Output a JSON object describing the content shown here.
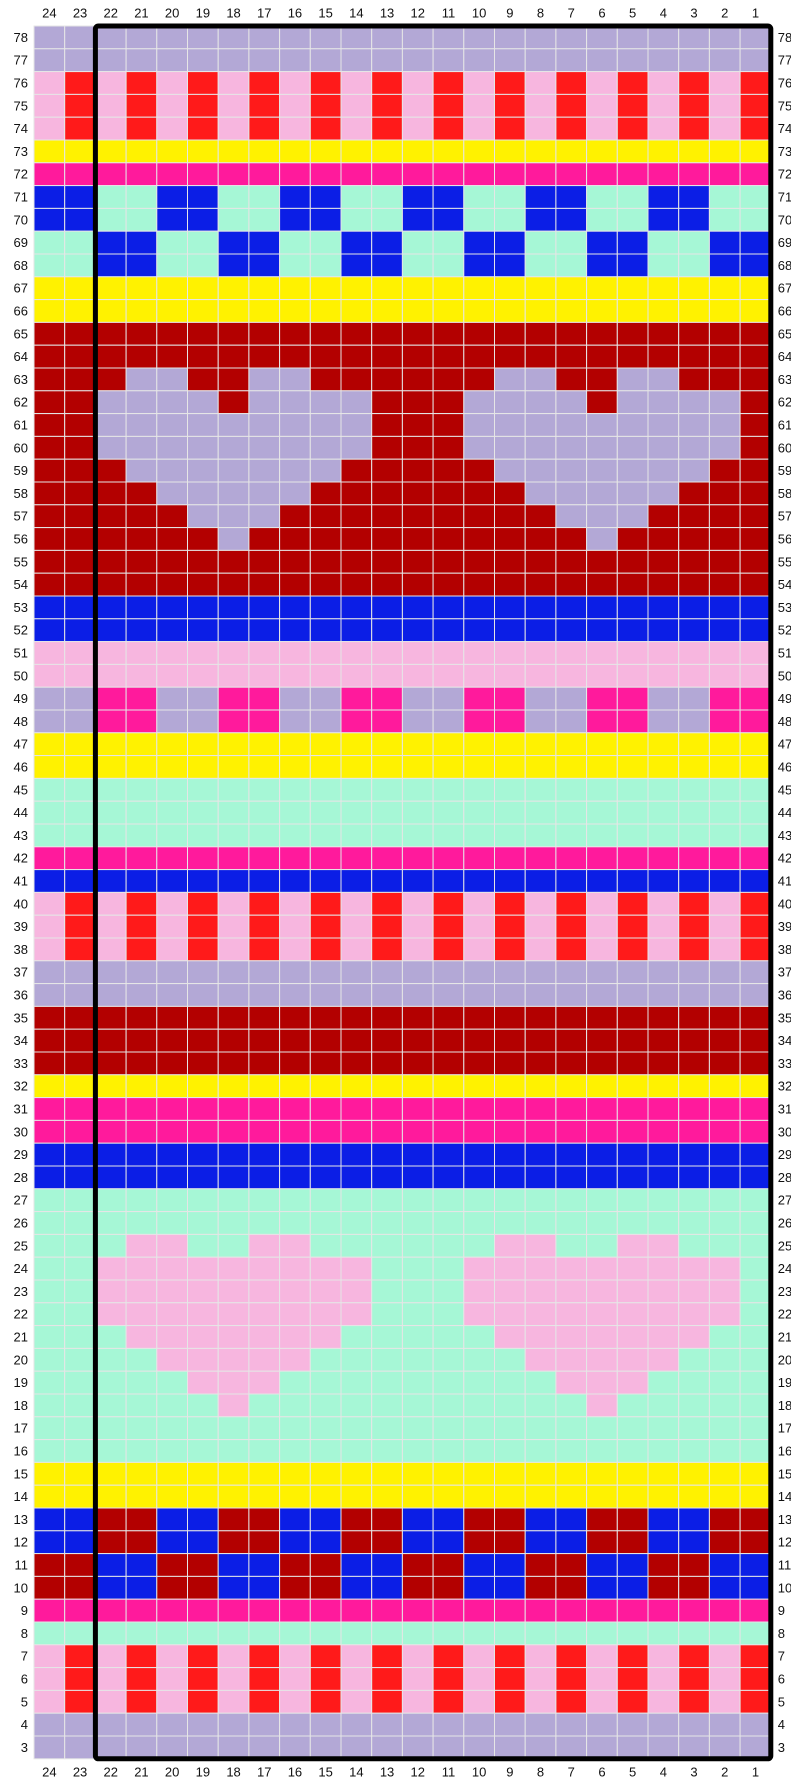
{
  "chart": {
    "columns": [
      24,
      23,
      22,
      21,
      20,
      19,
      18,
      17,
      16,
      15,
      14,
      13,
      12,
      11,
      10,
      9,
      8,
      7,
      6,
      5,
      4,
      3,
      2,
      1
    ],
    "rows": [
      78,
      77,
      76,
      75,
      74,
      73,
      72,
      71,
      70,
      69,
      68,
      67,
      66,
      65,
      64,
      63,
      62,
      61,
      60,
      59,
      58,
      57,
      56,
      55,
      54,
      53,
      52,
      51,
      50,
      49,
      48,
      47,
      46,
      45,
      44,
      43,
      42,
      41,
      40,
      39,
      38,
      37,
      36,
      35,
      34,
      33,
      32,
      31,
      30,
      29,
      28,
      27,
      26,
      25,
      24,
      23,
      22,
      21,
      20,
      19,
      18,
      17,
      16,
      15,
      14,
      13,
      12,
      11,
      10,
      9,
      8,
      7,
      6,
      5,
      4,
      3
    ],
    "palette": {
      "L": "#b3a8d6",
      "P": "#f7b6df",
      "R": "#ff1a1a",
      "Y": "#fff200",
      "M": "#ff1a9c",
      "B": "#0b1ee6",
      "T": "#a6f7d6",
      "D": "#b30000"
    },
    "grid_line_color": "#e6e6e6",
    "repeat_outline": {
      "from_column": 22,
      "to_column": 1,
      "color": "#000000"
    },
    "cells": [
      "LLLLLLLLLLLLLLLLLLLLLLLL",
      "LLLLLLLLLLLLLLLLLLLLLLLL",
      "PRPRPRPRPRPRPRPRPRPRPRPR",
      "PRPRPRPRPRPRPRPRPRPRPRPR",
      "PRPRPRPRPRPRPRPRPRPRPRPR",
      "YYYYYYYYYYYYYYYYYYYYYYYY",
      "MMMMMMMMMMMMMMMMMMMMMMMM",
      "BBTTBBTTBBTTBBTTBBTTBBTT",
      "BBTTBBTTBBTTBBTTBBTTBBTT",
      "TTBBTTBBTTBBTTBBTTBBTTBB",
      "TTBBTTBBTTBBTTBBTTBBTTBB",
      "YYYYYYYYYYYYYYYYYYYYYYYY",
      "YYYYYYYYYYYYYYYYYYYYYYYY",
      "DDDDDDDDDDDDDDDDDDDDDDDD",
      "DDDDDDDDDDDDDDDDDDDDDDDD",
      "DDDLLDDLLDDDDDDLLDDLLDDD",
      "DDLLLLDLLLLDDDLLLLDLLLLD",
      "DDLLLLLLLLLDDDLLLLLLLLLD",
      "DDLLLLLLLLLDDDLLLLLLLLLD",
      "DDDLLLLLLLDDDDDLLLLLLLDD",
      "DDDDLLLLLDDDDDDDLLLLLDDD",
      "DDDDDLLLDDDDDDDDDLLLDDDD",
      "DDDDDDLDDDDDDDDDDDLDDDDD",
      "DDDDDDDDDDDDDDDDDDDDDDDD",
      "DDDDDDDDDDDDDDDDDDDDDDDD",
      "BBBBBBBBBBBBBBBBBBBBBBBB",
      "BBBBBBBBBBBBBBBBBBBBBBBB",
      "PPPPPPPPPPPPPPPPPPPPPPPP",
      "PPPPPPPPPPPPPPPPPPPPPPPP",
      "LLMMLLMMLLMMLLMMLLMMLLMM",
      "LLMMLLMMLLMMLLMMLLMMLLMM",
      "YYYYYYYYYYYYYYYYYYYYYYYY",
      "YYYYYYYYYYYYYYYYYYYYYYYY",
      "TTTTTTTTTTTTTTTTTTTTTTTT",
      "TTTTTTTTTTTTTTTTTTTTTTTT",
      "TTTTTTTTTTTTTTTTTTTTTTTT",
      "MMMMMMMMMMMMMMMMMMMMMMMM",
      "BBBBBBBBBBBBBBBBBBBBBBBB",
      "PRPRPRPRPRPRPRPRPRPRPRPR",
      "PRPRPRPRPRPRPRPRPRPRPRPR",
      "PRPRPRPRPRPRPRPRPRPRPRPR",
      "LLLLLLLLLLLLLLLLLLLLLLLL",
      "LLLLLLLLLLLLLLLLLLLLLLLL",
      "DDDDDDDDDDDDDDDDDDDDDDDD",
      "DDDDDDDDDDDDDDDDDDDDDDDD",
      "DDDDDDDDDDDDDDDDDDDDDDDD",
      "YYYYYYYYYYYYYYYYYYYYYYYY",
      "MMMMMMMMMMMMMMMMMMMMMMMM",
      "MMMMMMMMMMMMMMMMMMMMMMMM",
      "BBBBBBBBBBBBBBBBBBBBBBBB",
      "BBBBBBBBBBBBBBBBBBBBBBBB",
      "TTTTTTTTTTTTTTTTTTTTTTTT",
      "TTTTTTTTTTTTTTTTTTTTTTTT",
      "TTTPPTTPPTTTTTTPPTTPPTTT",
      "TTPPPPPPPPPTTTPPPPPPPPPT",
      "TTPPPPPPPPPTTTPPPPPPPPPT",
      "TTPPPPPPPPPTTTPPPPPPPPPT",
      "TTTPPPPPPPTTTTTPPPPPPPTT",
      "TTTTPPPPPTTTTTTTPPPPPTTT",
      "TTTTTPPPTTTTTTTTTPPPTTTT",
      "TTTTTTPTTTTTTTTTTTPTTTTT",
      "TTTTTTTTTTTTTTTTTTTTTTTT",
      "TTTTTTTTTTTTTTTTTTTTTTTT",
      "YYYYYYYYYYYYYYYYYYYYYYYY",
      "YYYYYYYYYYYYYYYYYYYYYYYY",
      "BBDDBBDDBBDDBBDDBBDDBBDD",
      "BBDDBBDDBBDDBBDDBBDDBBDD",
      "DDBBDDBBDDBBDDBBDDBBDDBB",
      "DDBBDDBBDDBBDDBBDDBBDDBB",
      "MMMMMMMMMMMMMMMMMMMMMMMM",
      "TTTTTTTTTTTTTTTTTTTTTTTT",
      "PRPRPRPRPRPRPRPRPRPRPRPR",
      "PRPRPRPRPRPRPRPRPRPRPRPR",
      "PRPRPRPRPRPRPRPRPRPRPRPR",
      "LLLLLLLLLLLLLLLLLLLLLLLL",
      "LLLLLLLLLLLLLLLLLLLLLLLL"
    ]
  }
}
